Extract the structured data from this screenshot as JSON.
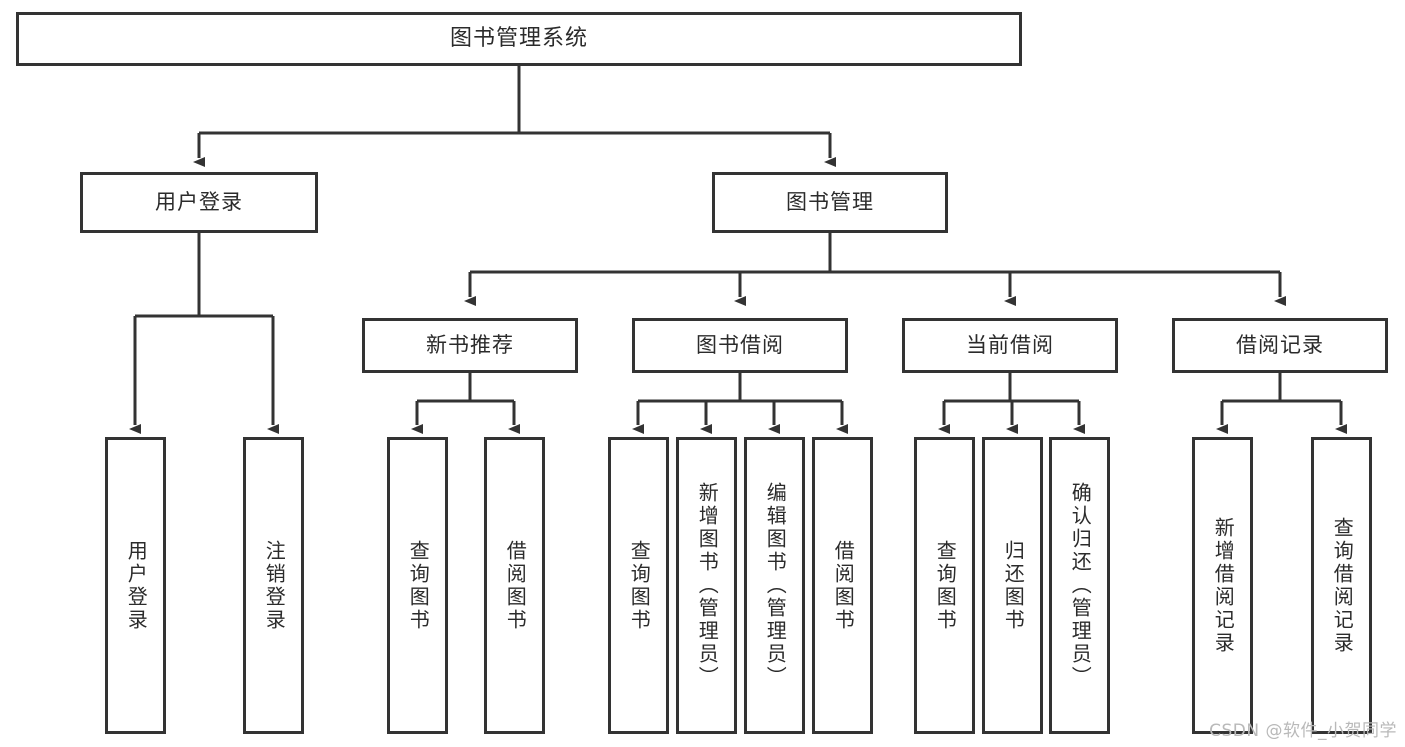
{
  "diagram": {
    "title": "图书管理系统",
    "type": "hierarchy-tree",
    "root": {
      "id": "root",
      "label": "图书管理系统"
    },
    "level1": [
      {
        "id": "user-login",
        "label": "用户登录"
      },
      {
        "id": "book-manage",
        "label": "图书管理"
      }
    ],
    "level2": [
      {
        "id": "new-book-recommend",
        "label": "新书推荐",
        "parent": "book-manage"
      },
      {
        "id": "book-borrow",
        "label": "图书借阅",
        "parent": "book-manage"
      },
      {
        "id": "current-borrow",
        "label": "当前借阅",
        "parent": "book-manage"
      },
      {
        "id": "borrow-record",
        "label": "借阅记录",
        "parent": "book-manage"
      }
    ],
    "leaves": [
      {
        "id": "leaf-user-login",
        "label": "用户登录",
        "parent": "user-login"
      },
      {
        "id": "leaf-logout",
        "label": "注销登录",
        "parent": "user-login"
      },
      {
        "id": "leaf-query-book-1",
        "label": "查询图书",
        "parent": "new-book-recommend"
      },
      {
        "id": "leaf-borrow-book-1",
        "label": "借阅图书",
        "parent": "new-book-recommend"
      },
      {
        "id": "leaf-query-book-2",
        "label": "查询图书",
        "parent": "book-borrow"
      },
      {
        "id": "leaf-add-book",
        "label": "新增图书（管理员）",
        "parent": "book-borrow"
      },
      {
        "id": "leaf-edit-book",
        "label": "编辑图书（管理员）",
        "parent": "book-borrow"
      },
      {
        "id": "leaf-borrow-book-2",
        "label": "借阅图书",
        "parent": "book-borrow"
      },
      {
        "id": "leaf-query-book-3",
        "label": "查询图书",
        "parent": "current-borrow"
      },
      {
        "id": "leaf-return-book",
        "label": "归还图书",
        "parent": "current-borrow"
      },
      {
        "id": "leaf-confirm-return",
        "label": "确认归还（管理员）",
        "parent": "current-borrow"
      },
      {
        "id": "leaf-add-record",
        "label": "新增借阅记录",
        "parent": "borrow-record"
      },
      {
        "id": "leaf-query-record",
        "label": "查询借阅记录",
        "parent": "borrow-record"
      }
    ],
    "colors": {
      "line": "#333333",
      "border": "#333333",
      "node_fill": "#ffffff",
      "text": "#2b2b2b",
      "background": "#ffffff",
      "watermark": "#b9b9b9"
    }
  },
  "watermark": {
    "text": "CSDN @软件_小贺同学"
  }
}
